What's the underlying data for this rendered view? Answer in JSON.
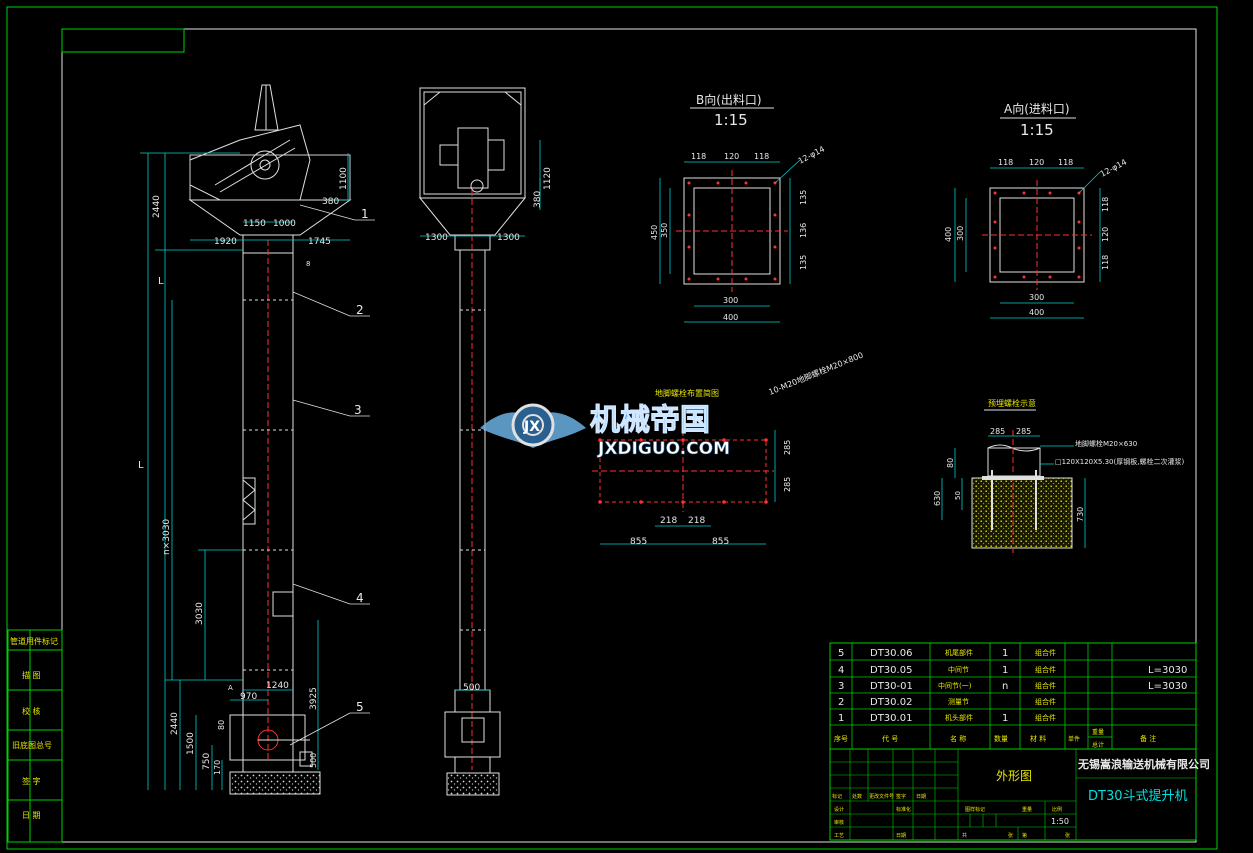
{
  "sheet_margin_labels": [
    "管道用件标记",
    "描 图",
    "校 核",
    "旧底图总号",
    "签 字",
    "日 期"
  ],
  "view_front": {
    "dims_top": [
      "2440",
      "1100",
      "380",
      "1150",
      "1000",
      "1920",
      "1745",
      "8"
    ],
    "dims_side": [
      "L",
      "n×3030",
      "3030",
      "3925",
      "2440",
      "1500",
      "750",
      "170",
      "80",
      "500",
      "970",
      "1240",
      "A"
    ],
    "leaders": [
      "1",
      "2",
      "3",
      "4",
      "5"
    ]
  },
  "view_side": {
    "dims": [
      "1120",
      "380",
      "1300",
      "1300",
      "500"
    ]
  },
  "view_b": {
    "title": "B向(出料口)",
    "scale": "1:15",
    "dims": [
      "118",
      "120",
      "118",
      "12-φ14",
      "450",
      "350",
      "135",
      "136",
      "135",
      "300",
      "400"
    ]
  },
  "view_a": {
    "title": "A向(进料口)",
    "scale": "1:15",
    "dims": [
      "118",
      "120",
      "118",
      "12-φ14",
      "400",
      "300",
      "118",
      "120",
      "118",
      "300",
      "400"
    ]
  },
  "view_base": {
    "title": "地脚螺栓布置简图",
    "note": "10-M20地脚螺栓M20×800",
    "dims": [
      "285",
      "285",
      "218",
      "218",
      "855",
      "855"
    ]
  },
  "view_bolt": {
    "title": "预埋螺栓示意",
    "notes": [
      "地脚螺栓M20×630",
      "□120X120X5.30(厚钢板,螺栓二次灌浆)"
    ],
    "dims": [
      "285",
      "285",
      "80",
      "630",
      "50",
      "730"
    ]
  },
  "watermark": {
    "cn": "机械帝国",
    "en": "JXDIGUO.COM"
  },
  "parts_table": {
    "headers": [
      "序号",
      "代 号",
      "名 称",
      "数量",
      "材 料",
      "单件",
      "总计",
      "备 注"
    ],
    "weight_label": "重量",
    "rows": [
      {
        "no": "5",
        "code": "DT30.06",
        "name": "机尾部件",
        "qty": "1",
        "mat": "组合件",
        "note": ""
      },
      {
        "no": "4",
        "code": "DT30.05",
        "name": "中间节",
        "qty": "1",
        "mat": "组合件",
        "note": "L=3030"
      },
      {
        "no": "3",
        "code": "DT30-01",
        "name": "中间节(一)",
        "qty": "n",
        "mat": "组合件",
        "note": "L=3030"
      },
      {
        "no": "2",
        "code": "DT30.02",
        "name": "测量节",
        "qty": "",
        "mat": "组合件",
        "note": ""
      },
      {
        "no": "1",
        "code": "DT30.01",
        "name": "机头部件",
        "qty": "1",
        "mat": "组合件",
        "note": ""
      }
    ]
  },
  "title_block": {
    "drawing_name": "外形图",
    "company": "无锡嵩浪输送机械有限公司",
    "product": "DT30斗式提升机",
    "scale": "1:50",
    "labels": [
      "标记",
      "处数",
      "更改文件号",
      "签字",
      "日期",
      "设计",
      "标准化",
      "图样标记",
      "重量",
      "比例",
      "审核",
      "工艺",
      "日期",
      "共",
      "张",
      "第",
      "张"
    ]
  }
}
